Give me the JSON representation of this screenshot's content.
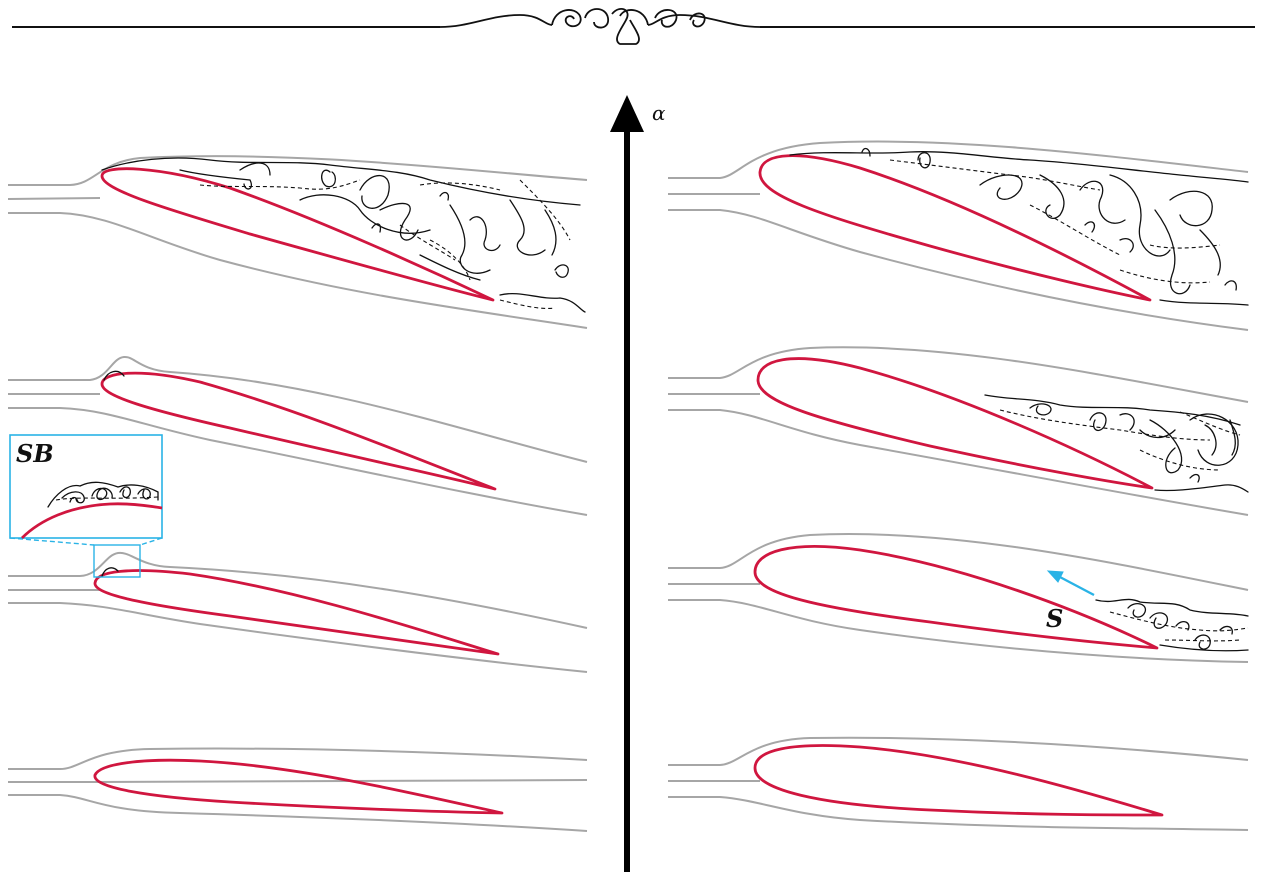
{
  "axis": {
    "label": "α"
  },
  "labels": {
    "inset": "SB",
    "separation": "S"
  },
  "colors": {
    "airfoil": "#d0163f",
    "streamline": "#a6a6a6",
    "highlight": "#2ab3e6",
    "ink": "#111111"
  }
}
